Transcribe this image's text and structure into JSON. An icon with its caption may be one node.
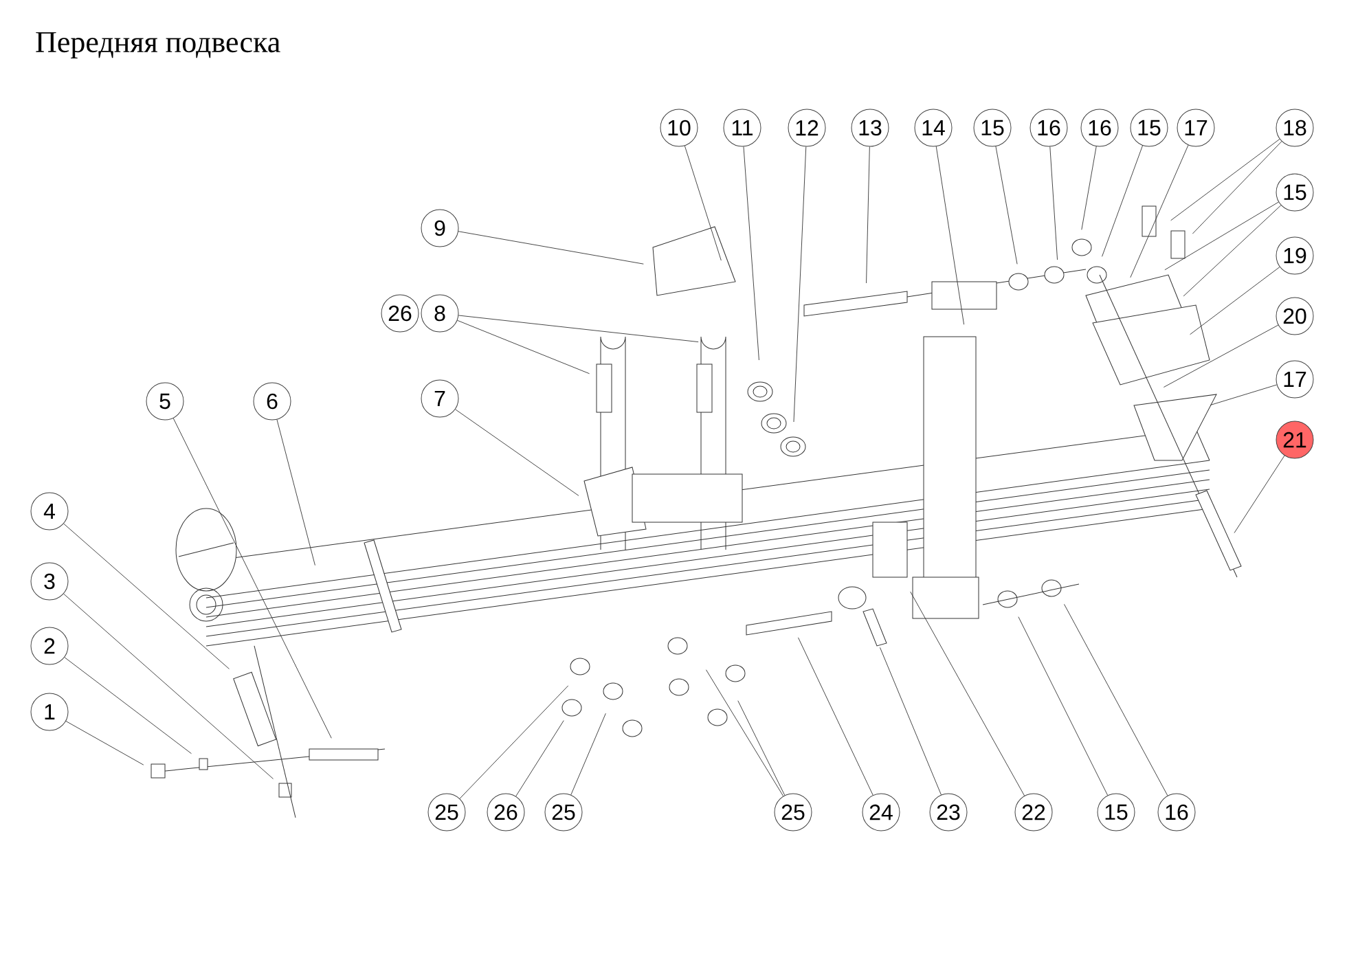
{
  "diagram": {
    "title": "Передняя подвеска",
    "nodes": [
      {
        "text": [
          "10"
        ]
      },
      {
        "text": [
          "11"
        ]
      },
      {
        "text": [
          "12"
        ]
      },
      {
        "text": [
          "13"
        ]
      },
      {
        "text": [
          "14"
        ]
      },
      {
        "text": [
          "15"
        ]
      },
      {
        "text": [
          "16"
        ]
      },
      {
        "text": [
          "16"
        ]
      },
      {
        "text": [
          "15"
        ]
      },
      {
        "text": [
          "17"
        ]
      },
      {
        "text": [
          "18"
        ]
      },
      {
        "text": [
          "15"
        ]
      },
      {
        "text": [
          "9"
        ]
      },
      {
        "text": [
          "19"
        ]
      },
      {
        "text": [
          "26"
        ]
      },
      {
        "text": [
          "8"
        ]
      },
      {
        "text": [
          "20"
        ]
      },
      {
        "text": [
          "5"
        ]
      },
      {
        "text": [
          "6"
        ]
      },
      {
        "text": [
          "7"
        ]
      },
      {
        "text": [
          "17"
        ]
      },
      {
        "text": [
          "21"
        ]
      },
      {
        "text": [
          "4"
        ]
      },
      {
        "text": [
          "3"
        ]
      },
      {
        "text": [
          "2"
        ]
      },
      {
        "text": [
          "1"
        ]
      },
      {
        "text": [
          "25"
        ]
      },
      {
        "text": [
          "26"
        ]
      },
      {
        "text": [
          "25"
        ]
      },
      {
        "text": [
          "25"
        ]
      },
      {
        "text": [
          "24"
        ]
      },
      {
        "text": [
          "23"
        ]
      },
      {
        "text": [
          "22"
        ]
      },
      {
        "text": [
          "15"
        ]
      },
      {
        "text": [
          "16"
        ]
      }
    ],
    "edges": [
      {
        "from": 0,
        "to": null,
        "arrow": "none"
      },
      {
        "from": 1,
        "to": null,
        "arrow": "none"
      },
      {
        "from": 2,
        "to": null,
        "arrow": "none"
      },
      {
        "from": 3,
        "to": null,
        "arrow": "none"
      },
      {
        "from": 4,
        "to": null,
        "arrow": "none"
      },
      {
        "from": 5,
        "to": null,
        "arrow": "none"
      },
      {
        "from": 6,
        "to": null,
        "arrow": "none"
      },
      {
        "from": 7,
        "to": null,
        "arrow": "none"
      },
      {
        "from": 8,
        "to": null,
        "arrow": "none"
      },
      {
        "from": 9,
        "to": null,
        "arrow": "none"
      },
      {
        "from": 10,
        "to": null,
        "arrow": "none"
      },
      {
        "from": 10,
        "to": null,
        "arrow": "none"
      },
      {
        "from": 11,
        "to": null,
        "arrow": "none"
      },
      {
        "from": 11,
        "to": null,
        "arrow": "none"
      },
      {
        "from": 12,
        "to": null,
        "arrow": "none"
      },
      {
        "from": 13,
        "to": null,
        "arrow": "none"
      },
      {
        "from": 15,
        "to": null,
        "arrow": "none"
      },
      {
        "from": 15,
        "to": null,
        "arrow": "none"
      },
      {
        "from": 16,
        "to": null,
        "arrow": "none"
      },
      {
        "from": 17,
        "to": null,
        "arrow": "none"
      },
      {
        "from": 18,
        "to": null,
        "arrow": "none"
      },
      {
        "from": 19,
        "to": null,
        "arrow": "none"
      },
      {
        "from": 20,
        "to": null,
        "arrow": "none"
      },
      {
        "from": 21,
        "to": null,
        "arrow": "none"
      },
      {
        "from": 22,
        "to": null,
        "arrow": "none"
      },
      {
        "from": 23,
        "to": null,
        "arrow": "none"
      },
      {
        "from": 24,
        "to": null,
        "arrow": "none"
      },
      {
        "from": 25,
        "to": null,
        "arrow": "none"
      },
      {
        "from": 26,
        "to": null,
        "arrow": "none"
      },
      {
        "from": 27,
        "to": null,
        "arrow": "none"
      },
      {
        "from": 28,
        "to": null,
        "arrow": "none"
      },
      {
        "from": 29,
        "to": null,
        "arrow": "none"
      },
      {
        "from": 29,
        "to": null,
        "arrow": "none"
      },
      {
        "from": 30,
        "to": null,
        "arrow": "none"
      },
      {
        "from": 31,
        "to": null,
        "arrow": "none"
      },
      {
        "from": 32,
        "to": null,
        "arrow": "none"
      },
      {
        "from": 33,
        "to": null,
        "arrow": "none"
      },
      {
        "from": 34,
        "to": null,
        "arrow": "none"
      }
    ]
  }
}
